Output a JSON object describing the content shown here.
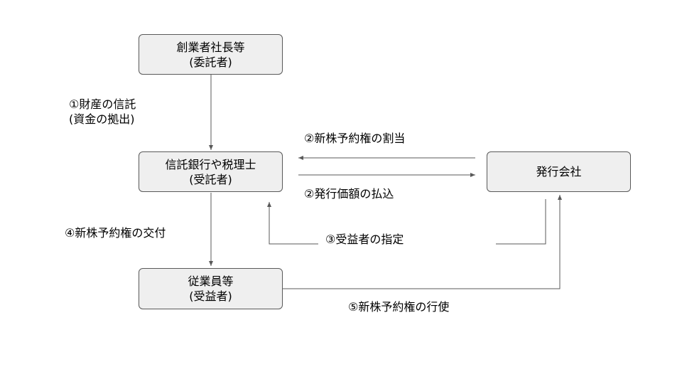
{
  "nodes": {
    "founder": {
      "line1": "創業者社長等",
      "line2": "(委託者)"
    },
    "trustee": {
      "line1": "信託銀行や税理士",
      "line2": "(受託者)"
    },
    "beneficiary": {
      "line1": "従業員等",
      "line2": "(受益者)"
    },
    "issuer": {
      "line1": "発行会社"
    }
  },
  "edges": {
    "trust_assets": {
      "line1": "①財産の信託",
      "line2": "(資金の拠出)"
    },
    "allotment": "②新株予約権の割当",
    "payment": "②発行価額の払込",
    "designation": "③受益者の指定",
    "delivery": "④新株予約権の交付",
    "exercise": "⑤新株予約権の行使"
  },
  "colors": {
    "box_fill": "#efefef",
    "box_border": "#595959",
    "line": "#595959"
  }
}
